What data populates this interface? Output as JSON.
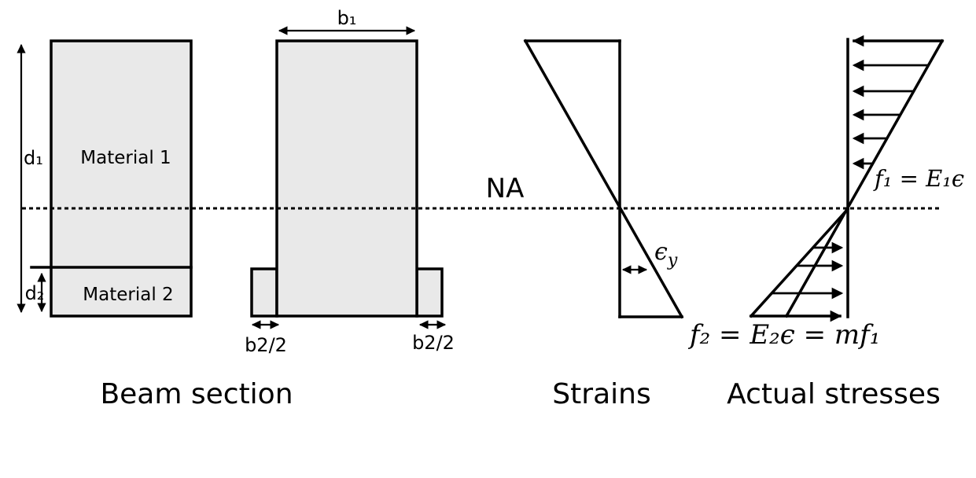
{
  "colors": {
    "fill": "#e9e9e9",
    "line": "#000000",
    "background": "#ffffff"
  },
  "beam_section": {
    "caption": "Beam section",
    "material1": "Material 1",
    "material2": "Material 2",
    "d1": "d₁",
    "d2": "d₂"
  },
  "transformed_section": {
    "b1": "b₁",
    "b2_left": "b2/2",
    "b2_right": "b2/2"
  },
  "neutral_axis": {
    "label": "NA"
  },
  "strains": {
    "caption": "Strains",
    "epsilon_symbol": "ϵ",
    "epsilon_sub": "y"
  },
  "stresses": {
    "caption": "Actual stresses",
    "f1_formula": "f₁ = E₁ϵ",
    "f2_formula": "f₂ = E₂ϵ = mf₁"
  }
}
